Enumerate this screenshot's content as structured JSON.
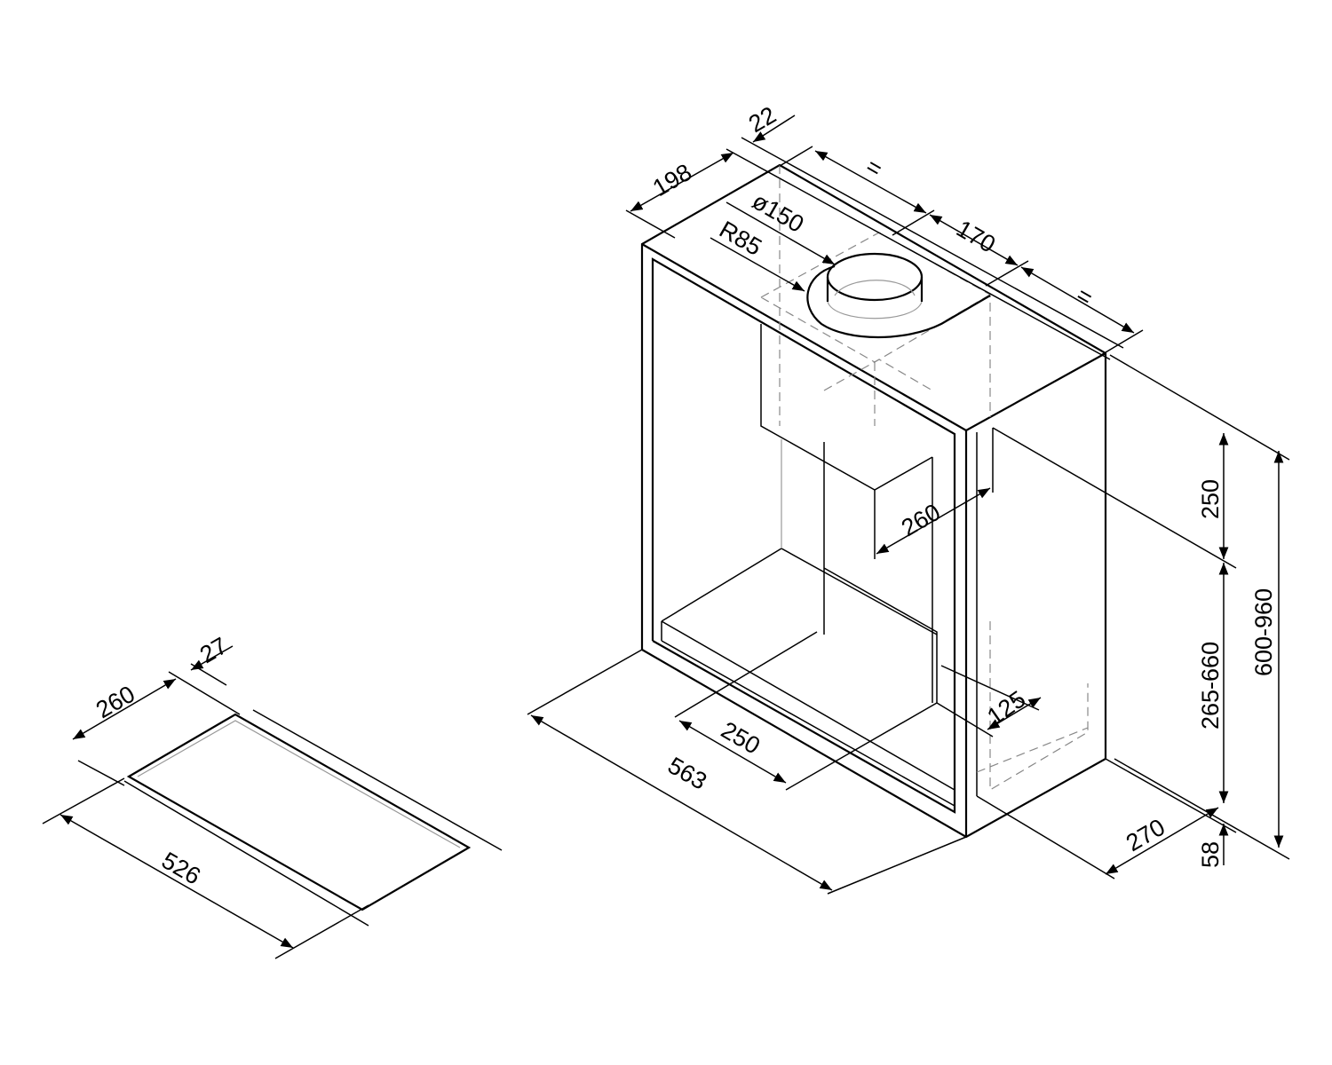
{
  "main_unit": {
    "dims": {
      "edge_offset": "22",
      "depth_front": "198",
      "equal_left": "=",
      "duct_diameter": "ø150",
      "outlet_radius": "R85",
      "duct_spacing": "170",
      "equal_right": "=",
      "chimney_depth": "260",
      "chimney_height": "250",
      "adjust_range": "265-660",
      "total_height": "600-960",
      "inner_offset": "125",
      "tray_depth": "250",
      "width": "563",
      "side_depth": "270",
      "base_height": "58"
    }
  },
  "cutout": {
    "dims": {
      "margin": "27",
      "depth": "260",
      "width": "526"
    }
  }
}
